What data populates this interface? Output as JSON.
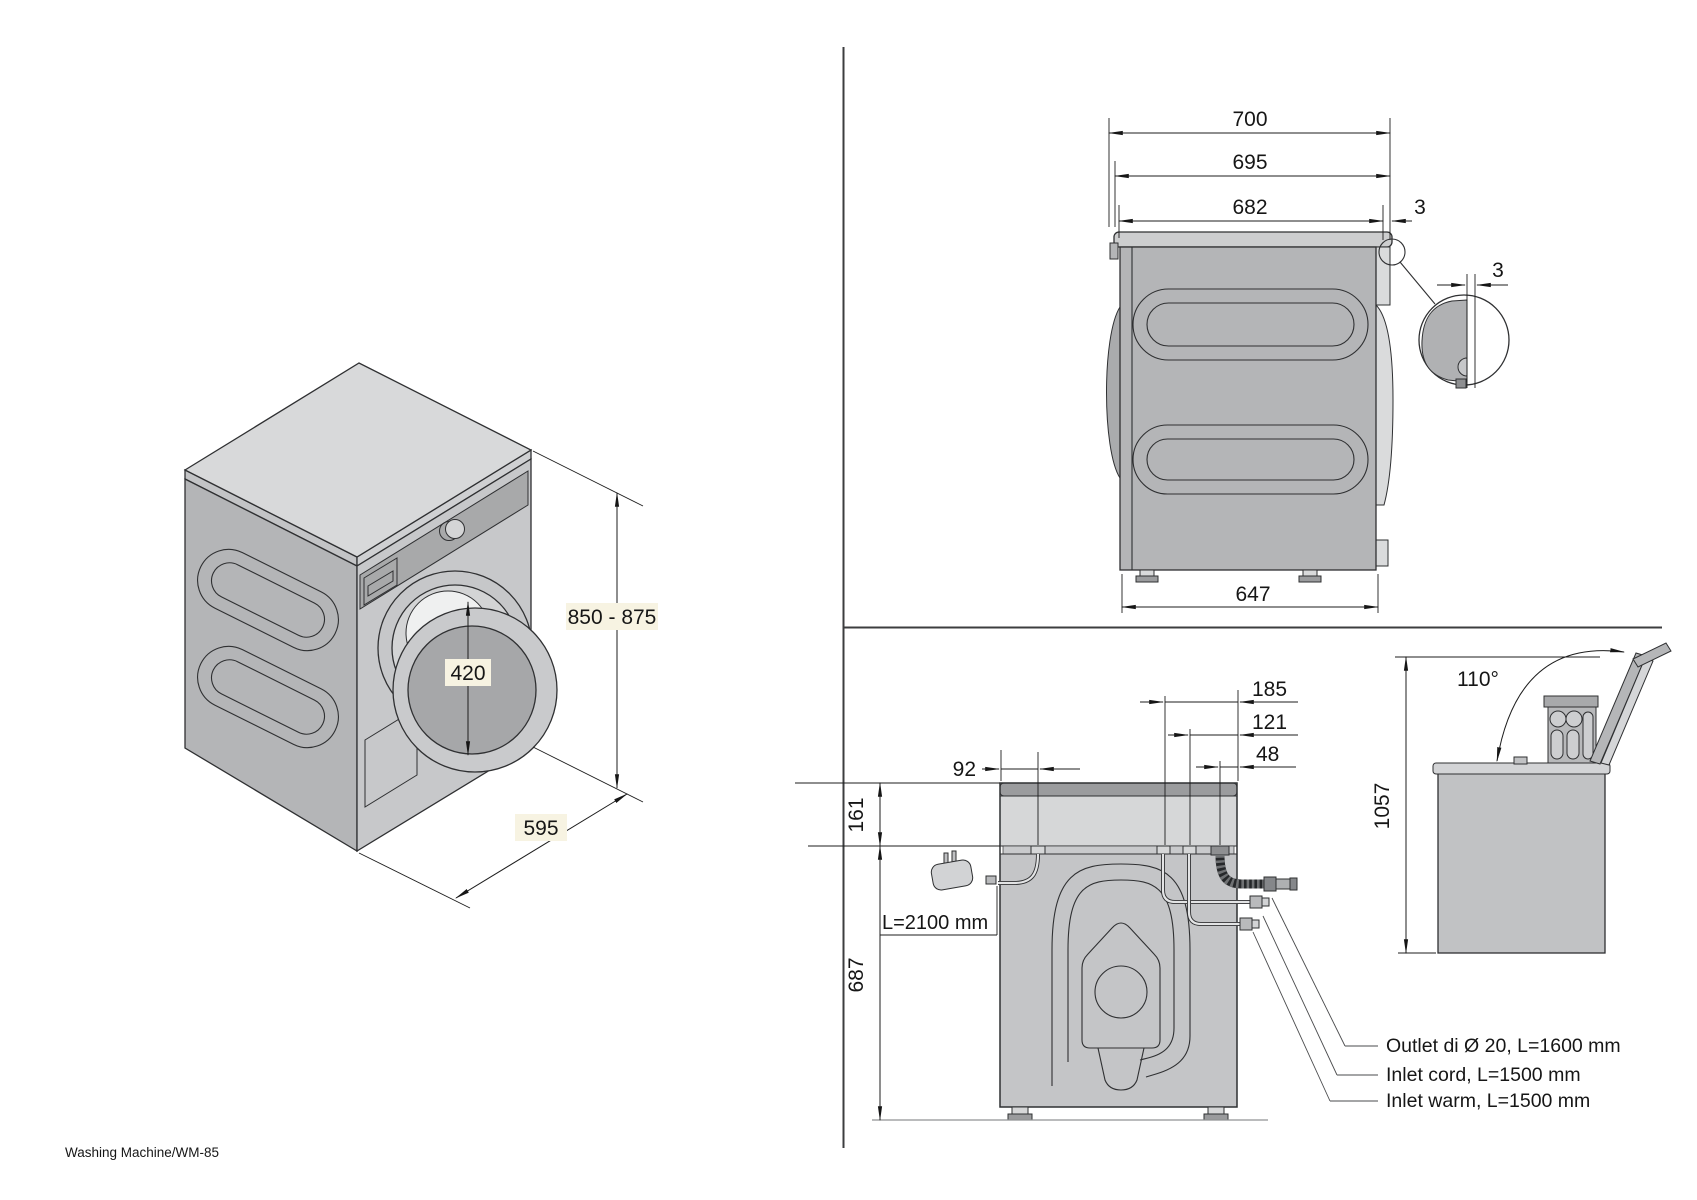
{
  "footer": {
    "title": "Washing Machine/WM-85"
  },
  "views": {
    "isometric": {
      "height_range": "850 - 875",
      "door_diameter": "420",
      "width": "595"
    },
    "side": {
      "depth_overall": "700",
      "depth_mid": "695",
      "depth_body": "682",
      "edge_gap": "3",
      "detail_gap": "3",
      "base_depth": "647"
    },
    "rear": {
      "cord_offset": "92",
      "panel_inset": "161",
      "connection_height": "687",
      "cord_length": "L=2100 mm",
      "outlet_offset": "185",
      "inlet_cord_offset": "121",
      "inlet_warm_offset": "48",
      "callouts": [
        "Outlet di Ø 20, L=1600 mm",
        "Inlet cord, L=1500 mm",
        "Inlet warm, L=1500 mm"
      ]
    },
    "drawer_open": {
      "opening_angle": "110°",
      "open_height": "1057"
    }
  },
  "colors": {
    "background": "#ffffff",
    "line": "#2f3032",
    "body_gray": "#b4b5b7",
    "face_gray": "#c7c8ca",
    "light_gray": "#d8d9da",
    "dark_gray": "#9b9c9e",
    "label_highlight": "#f7f3e2"
  }
}
